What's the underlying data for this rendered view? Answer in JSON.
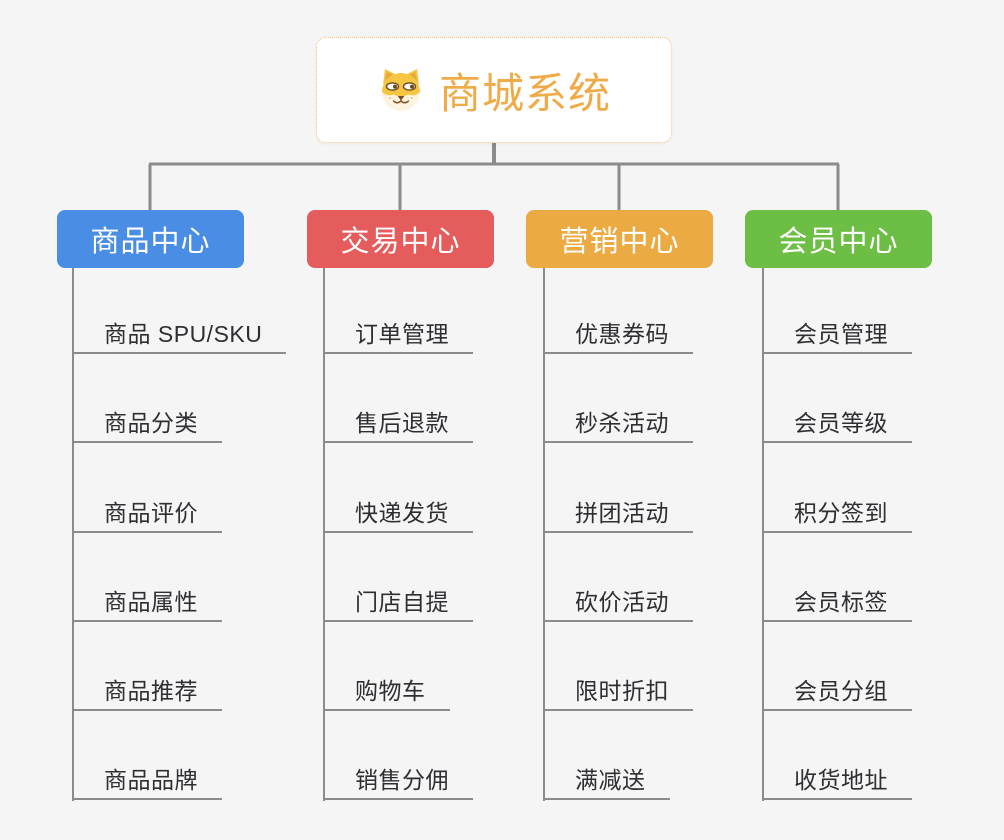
{
  "page": {
    "background_color": "#f5f5f5"
  },
  "root": {
    "title": "商城系统",
    "icon": "shiba-dog-icon",
    "text_color": "#f0ab49",
    "border_color": "#f3c377"
  },
  "connector": {
    "color": "#8c8c8c"
  },
  "branches": [
    {
      "label": "商品中心",
      "color": "#4a8de4",
      "children": [
        "商品 SPU/SKU",
        "商品分类",
        "商品评价",
        "商品属性",
        "商品推荐",
        "商品品牌"
      ]
    },
    {
      "label": "交易中心",
      "color": "#e45c5c",
      "children": [
        "订单管理",
        "售后退款",
        "快递发货",
        "门店自提",
        "购物车",
        "销售分佣"
      ]
    },
    {
      "label": "营销中心",
      "color": "#ebaa42",
      "children": [
        "优惠券码",
        "秒杀活动",
        "拼团活动",
        "砍价活动",
        "限时折扣",
        "满减送"
      ]
    },
    {
      "label": "会员中心",
      "color": "#6cbe44",
      "children": [
        "会员管理",
        "会员等级",
        "积分签到",
        "会员标签",
        "会员分组",
        "收货地址"
      ]
    }
  ]
}
